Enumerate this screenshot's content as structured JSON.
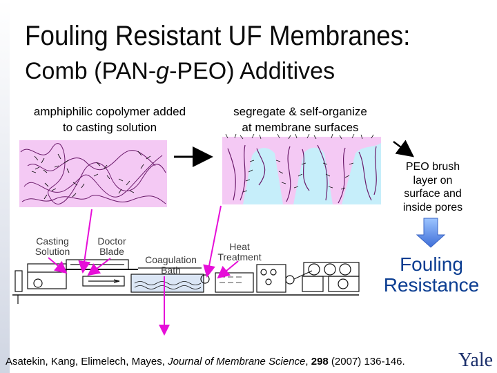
{
  "title": {
    "line1": "Fouling Resistant UF Membranes:",
    "line2_prefix": "Comb (PAN-",
    "line2_italic": "g",
    "line2_suffix": "-PEO) Additives"
  },
  "captions": {
    "left_line1": "amphiphilic  copolymer added",
    "left_line2": "to casting solution",
    "right_line1": "segregate & self-organize",
    "right_line2": "at membrane surfaces"
  },
  "labels": {
    "brush_1": "PEO brush",
    "brush_2": "layer on",
    "brush_3": "surface and",
    "brush_4": "inside pores",
    "casting_1": "Casting",
    "casting_2": "Solution",
    "blade_1": "Doctor",
    "blade_2": "Blade",
    "bath_1": "Coagulation",
    "bath_2": "Bath",
    "heat_1": "Heat",
    "heat_2": "Treatment",
    "fouling_1": "Fouling",
    "fouling_2": "Resistance"
  },
  "citation": {
    "authors": "Asatekin, Kang, Elimelech, Mayes, ",
    "journal": "Journal of Membrane Science",
    "sep": ", ",
    "volume": "298",
    "rest": " (2007) 136-146."
  },
  "logo": "Yale",
  "colors": {
    "polymer_box": "#f4c9f4",
    "membrane_box": "#c6eefa",
    "chain": "#6a1a6a",
    "arrow_pink": "#e60ed8",
    "fouling_text": "#0b3d91",
    "down_arrow": "#5a8fe8"
  }
}
